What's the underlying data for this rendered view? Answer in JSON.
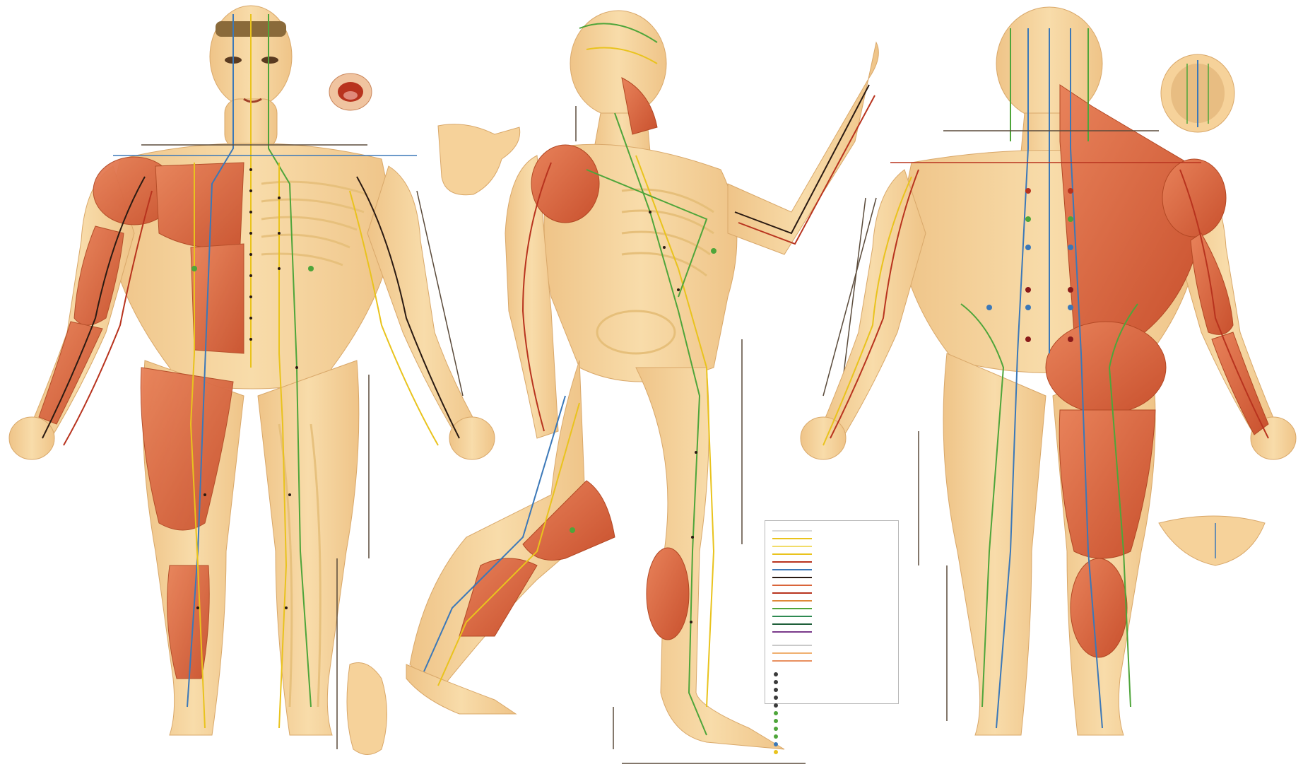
{
  "figure": {
    "views": [
      "front",
      "side",
      "back"
    ],
    "colors": {
      "background": "#ffffff",
      "skin": "#f6d29a",
      "skin_dark": "#e8b678",
      "muscle": "#d9643a",
      "muscle_light": "#ec9a6c",
      "meridian_yellow": "#e9c31d",
      "meridian_green": "#4ea53a",
      "meridian_blue": "#3b78b8",
      "meridian_red": "#b8331e",
      "meridian_dark": "#2a1a12",
      "scale": "#5a4a3a"
    }
  },
  "legend": {
    "meridian_colors": [
      "#d9d9d9",
      "#e9c31d",
      "#f1dc6a",
      "#e9c31d",
      "#b8331e",
      "#3b78b8",
      "#2a1a12",
      "#d9643a",
      "#b8331e",
      "#e08a3a",
      "#4ea53a",
      "#2e8a52",
      "#1f5f3a",
      "#7a3a8a"
    ],
    "vessel_colors": [
      "#c9c9c9",
      "#f0b070",
      "#e89060"
    ],
    "marker_colors": [
      "#3a3a3a",
      "#3a3a3a",
      "#3a3a3a",
      "#3a3a3a",
      "#3a3a3a",
      "#4ea53a",
      "#4ea53a",
      "#4ea53a",
      "#4ea53a",
      "#3b78b8",
      "#e9c31d"
    ]
  }
}
